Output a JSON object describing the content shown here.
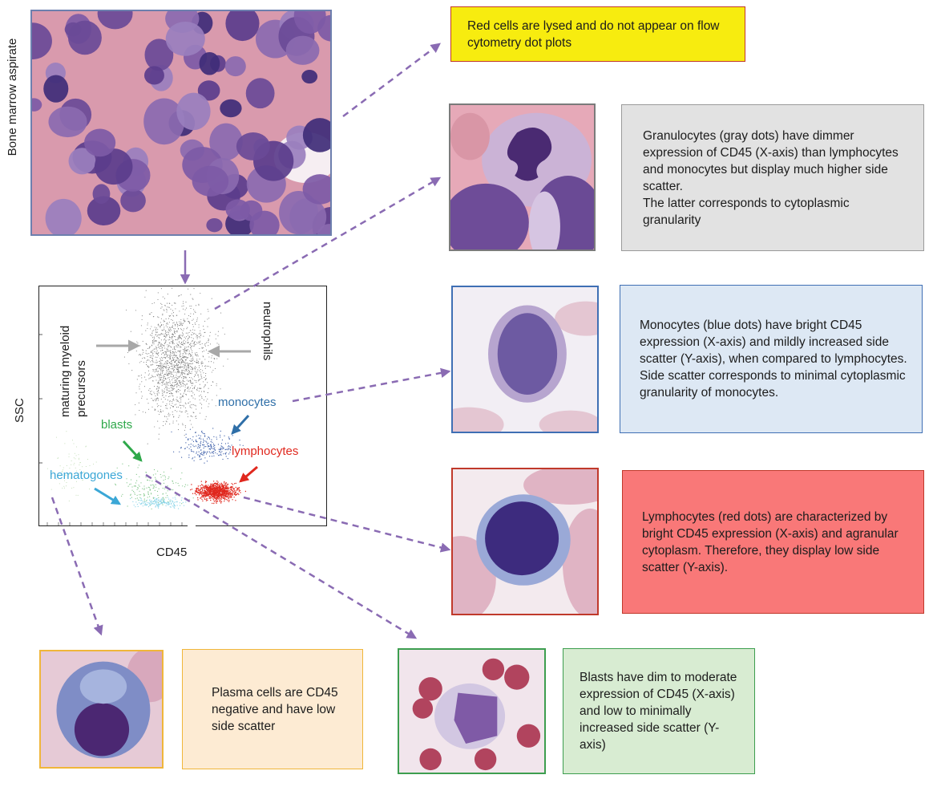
{
  "marrow_label": "Bone marrow aspirate",
  "notes": {
    "red_cells": "Red cells are lysed and do not appear on flow cytometry dot plots",
    "granulocytes": "Granulocytes (gray dots) have dimmer expression of CD45 (X-axis) than lymphocytes and monocytes but display much higher side scatter.\nThe latter corresponds to cytoplasmic granularity",
    "monocytes": "Monocytes (blue dots) have bright CD45 expression (X-axis) and mildly increased side scatter (Y-axis), when compared to lymphocytes. Side scatter corresponds to minimal cytoplasmic granularity of monocytes.",
    "lymphocytes": "Lymphocytes (red dots) are characterized by bright CD45 expression (X-axis) and agranular cytoplasm. Therefore, they display low side scatter (Y-axis).",
    "plasma": "Plasma cells are CD45 negative and have low side scatter",
    "blasts": "Blasts have dim to moderate expression of CD45 (X-axis) and low to minimally increased side scatter (Y-axis)"
  },
  "plot": {
    "xlabel": "CD45",
    "ylabel": "SSC",
    "labels": {
      "precursors": "maturing myeloid precursors",
      "neutrophils": "neutrophils",
      "monocytes": "monocytes",
      "blasts": "blasts",
      "lymphocytes": "lymphocytes",
      "hematogones": "hematogones"
    }
  },
  "colors": {
    "arrow": "#8a6bb3",
    "yellow_fill": "#f7ec0f",
    "yellow_border": "#c0392b",
    "gray_fill": "#e2e2e2",
    "gray_border": "#9a9a9a",
    "blue_fill": "#dde8f4",
    "blue_border": "#3f6fb4",
    "red_fill": "#f97878",
    "red_border": "#c0392b",
    "orange_fill": "#fdebd3",
    "orange_border": "#f0b63a",
    "green_fill": "#d8ecd2",
    "green_border": "#3d9e4f",
    "monocytes_label": "#2f6fa8",
    "blasts_label": "#2ea84a",
    "lymphocytes_label": "#e0281e",
    "hematogones_label": "#3ba7d6"
  }
}
